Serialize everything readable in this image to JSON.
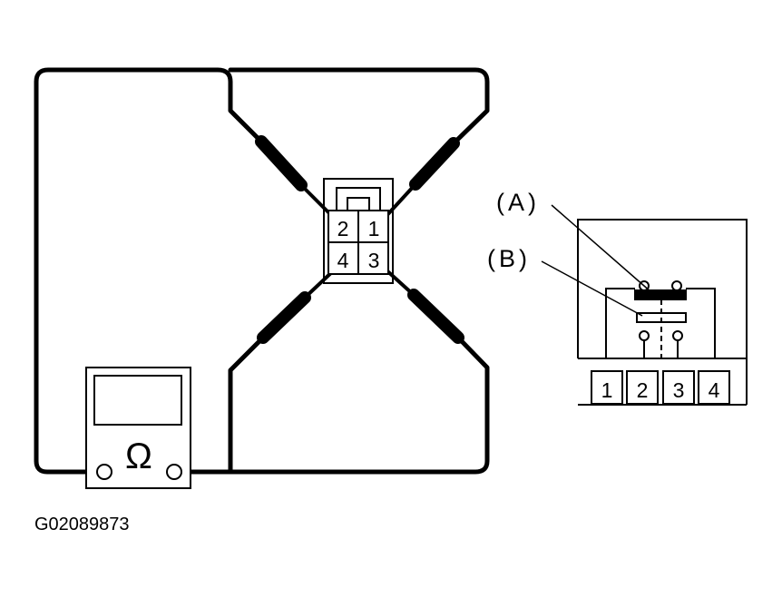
{
  "connector": {
    "pins": [
      "2",
      "1",
      "4",
      "3"
    ]
  },
  "relay": {
    "label_a": "(A)",
    "label_b": "(B)",
    "terminals": [
      "1",
      "2",
      "3",
      "4"
    ]
  },
  "meter": {
    "symbol": "Ω"
  },
  "figure_id": "G02089873",
  "colors": {
    "ink": "#000000",
    "background": "#ffffff"
  }
}
